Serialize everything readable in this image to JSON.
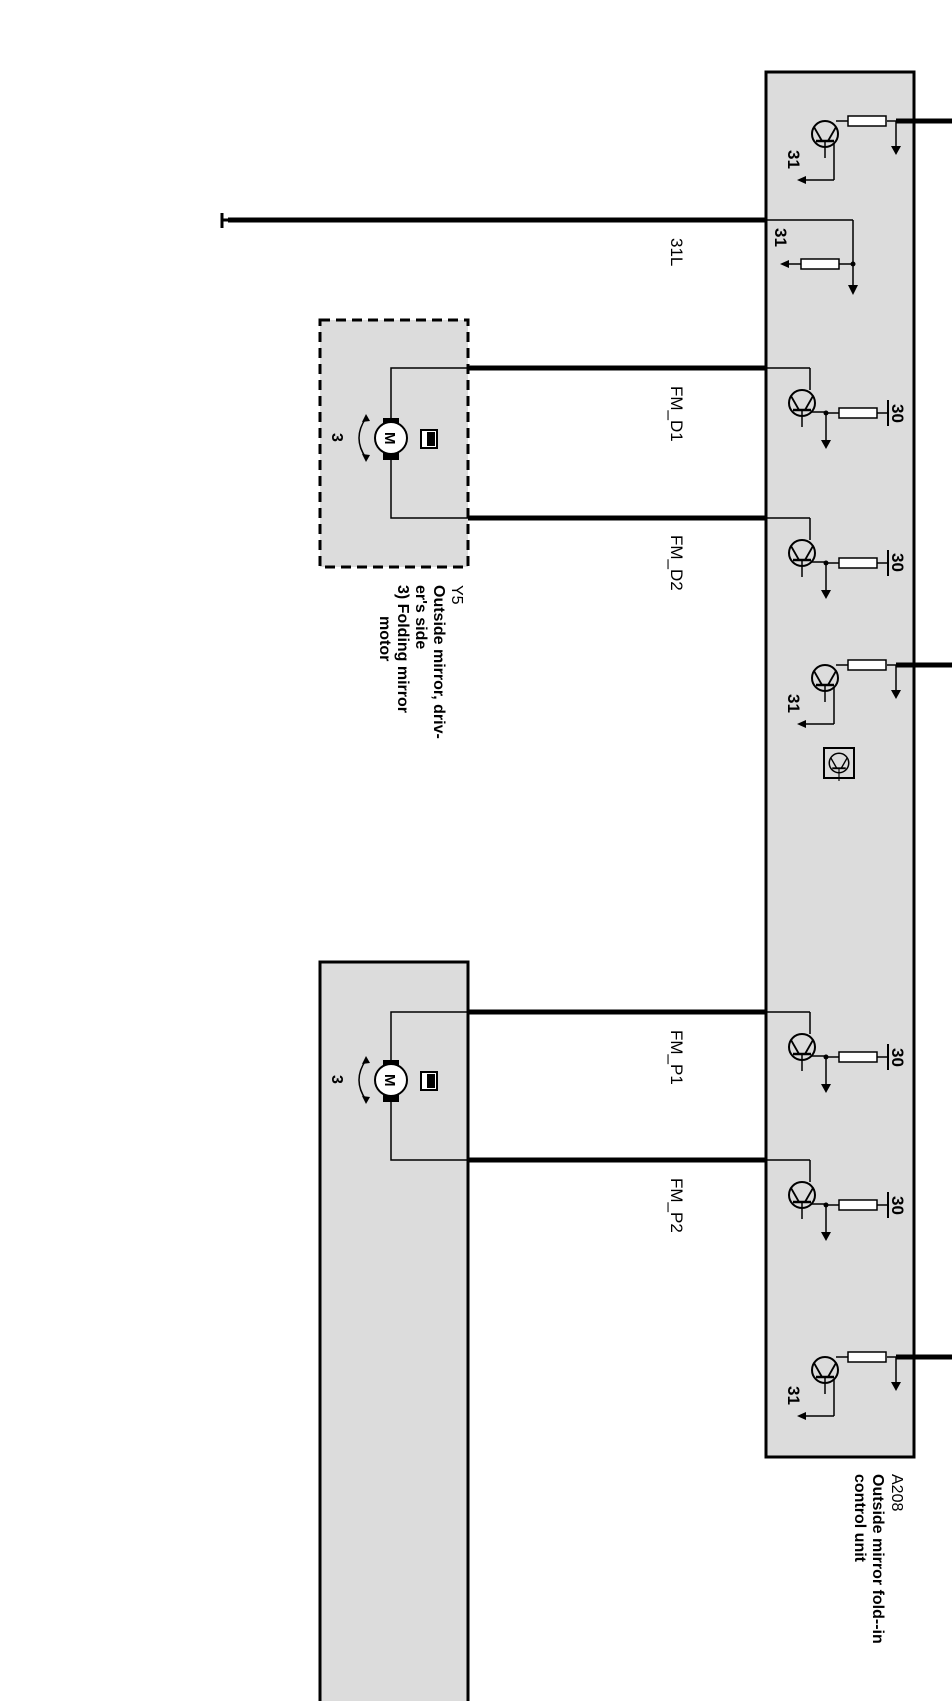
{
  "wires": {
    "ground_31l": "31L",
    "fm_d1": "FM_D1",
    "fm_d2": "FM_D2",
    "fm_p1": "FM_P1",
    "fm_p2": "FM_P2"
  },
  "terminals": {
    "t31_a": "31",
    "t31_b": "31",
    "t30_d1": "30",
    "t30_d2": "30",
    "t31_c": "31",
    "t30_p1": "30",
    "t30_p2": "30",
    "t31_d": "31"
  },
  "driver_mirror": {
    "id": "Y5",
    "line1": "Outside mirror, driv-",
    "line2": "er's side",
    "line3": "3) Folding mirror",
    "line4": "motor",
    "motor_letter": "M",
    "motor_number": "3"
  },
  "passenger_mirror": {
    "motor_letter": "M",
    "motor_number": "3"
  },
  "control_unit": {
    "id": "A208",
    "line1": "Outside mirror fold--in",
    "line2": "control unit"
  },
  "colors": {
    "component_fill": "#dcdcdc",
    "line": "#000000"
  }
}
